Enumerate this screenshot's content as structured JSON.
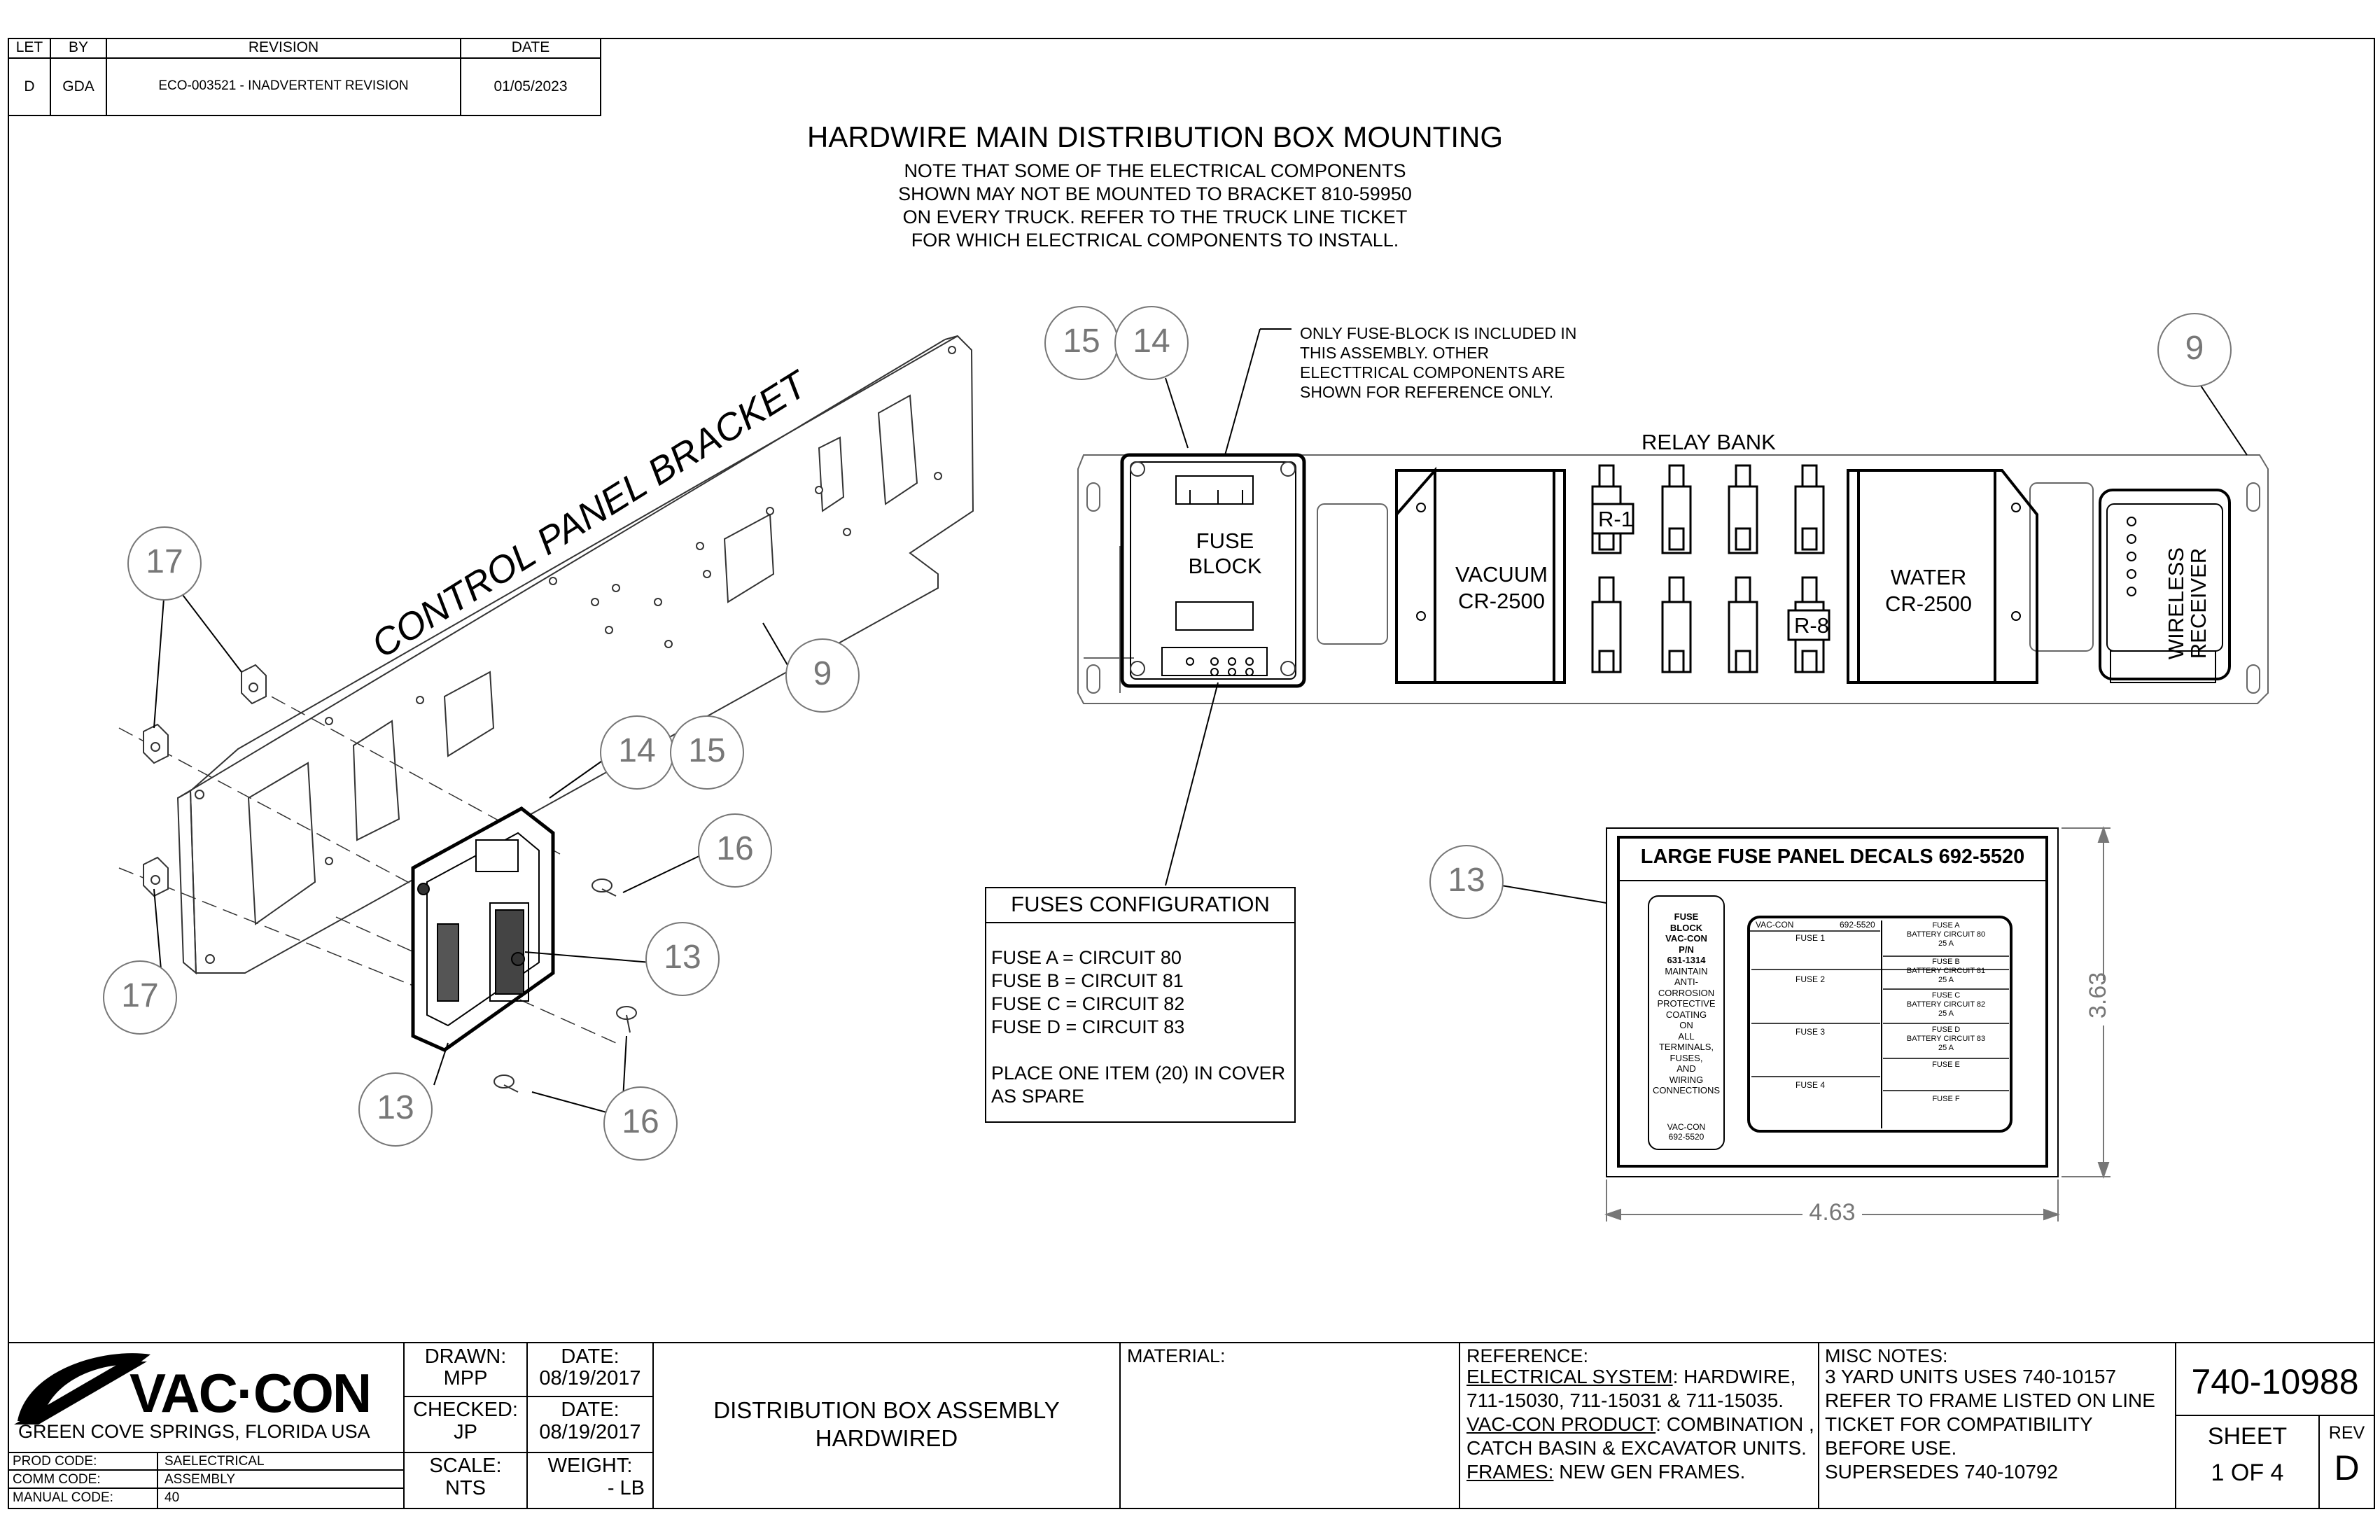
{
  "revision_block": {
    "headers": [
      "LET",
      "BY",
      "REVISION",
      "DATE"
    ],
    "row": [
      "D",
      "GDA",
      "ECO-003521 - INADVERTENT REVISION",
      "01/05/2023"
    ]
  },
  "title": "HARDWIRE MAIN DISTRIBUTION BOX MOUNTING",
  "note_lines": [
    "NOTE THAT SOME OF THE ELECTRICAL COMPONENTS",
    "SHOWN MAY NOT BE MOUNTED TO BRACKET 810-59950",
    "ON EVERY TRUCK. REFER TO THE  TRUCK LINE TICKET",
    "FOR WHICH ELECTRICAL COMPONENTS TO INSTALL."
  ],
  "bracket_label": "CONTROL PANEL BRACKET",
  "balloons": {
    "b9": "9",
    "b13": "13",
    "b14": "14",
    "b15": "15",
    "b16": "16",
    "b17": "17"
  },
  "fuse_note_lines": [
    "ONLY FUSE-BLOCK IS INCLUDED IN",
    "THIS ASSEMBLY. OTHER",
    "ELECTTRICAL COMPONENTS ARE",
    "SHOWN FOR REFERENCE ONLY."
  ],
  "relay_bank": {
    "title": "RELAY BANK",
    "fuse_block": [
      "FUSE",
      "BLOCK"
    ],
    "vacuum": [
      "VACUUM",
      "CR-2500"
    ],
    "water": [
      "WATER",
      "CR-2500"
    ],
    "relay_first": "R-1",
    "relay_last": "R-8",
    "wireless": [
      "WIRELESS",
      "RECEIVER"
    ]
  },
  "fuses_config": {
    "title": "FUSES CONFIGURATION",
    "lines": [
      "FUSE A = CIRCUIT 80",
      "FUSE B = CIRCUIT 81",
      "FUSE C = CIRCUIT 82",
      "FUSE D = CIRCUIT 83"
    ],
    "spare_lines": [
      "PLACE ONE ITEM (20) IN COVER",
      "AS SPARE"
    ]
  },
  "decal": {
    "title": "LARGE FUSE PANEL DECALS 692-5520",
    "left_lines": [
      "FUSE",
      "BLOCK",
      "VAC-CON",
      "P/N",
      "631-1314",
      "MAINTAIN",
      "ANTI-",
      "CORROSION",
      "PROTECTIVE",
      "COATING",
      "ON",
      "ALL",
      "TERMINALS,",
      "FUSES,",
      "AND",
      "WIRING",
      "CONNECTIONS"
    ],
    "left_footer": [
      "VAC-CON",
      "692-5520"
    ],
    "header_left": "VAC-CON",
    "header_right": "692-5520",
    "fuse_rows": [
      "FUSE 1",
      "FUSE 2",
      "FUSE 3",
      "FUSE 4"
    ],
    "fuse_cells": [
      [
        "FUSE A",
        "BATTERY CIRCUIT 80",
        "25 A"
      ],
      [
        "FUSE B",
        "BATTERY CIRCUIT 81",
        "25 A"
      ],
      [
        "FUSE C",
        "BATTERY CIRCUIT 82",
        "25 A"
      ],
      [
        "FUSE D",
        "BATTERY CIRCUIT 83",
        "25 A"
      ],
      [
        "FUSE E"
      ],
      [
        "FUSE F"
      ]
    ],
    "dim_height": "3.63",
    "dim_width": "4.63"
  },
  "title_block": {
    "company": "VAC·CON",
    "location": "GREEN COVE SPRINGS, FLORIDA USA",
    "codes": [
      [
        "PROD CODE:",
        "SAELECTRICAL"
      ],
      [
        "COMM CODE:",
        "ASSEMBLY"
      ],
      [
        "MANUAL CODE:",
        "40"
      ]
    ],
    "drawn_label": "DRAWN:",
    "drawn": "MPP",
    "date_label": "DATE:",
    "drawn_date": "08/19/2017",
    "checked_label": "CHECKED:",
    "checked": "JP",
    "checked_date": "08/19/2017",
    "scale_label": "SCALE:",
    "scale": "NTS",
    "weight_label": "WEIGHT:",
    "weight": "- LB",
    "description": [
      "DISTRIBUTION BOX ASSEMBLY",
      "HARDWIRED"
    ],
    "material_label": "MATERIAL:",
    "reference_label": "REFERENCE:",
    "reference_lines": [
      {
        "u": "ELECTRICAL SYSTEM",
        "t": ": HARDWIRE,"
      },
      {
        "u": "",
        "t": "711-15030, 711-15031 & 711-15035."
      },
      {
        "u": "VAC-CON PRODUCT",
        "t": ": COMBINATION ,"
      },
      {
        "u": "",
        "t": "CATCH BASIN & EXCAVATOR UNITS."
      },
      {
        "u": "FRAMES:",
        "t": " NEW GEN FRAMES."
      }
    ],
    "misc_label": "MISC NOTES:",
    "misc_lines": [
      "3 YARD UNITS USES 740-10157",
      "REFER TO FRAME LISTED ON LINE",
      "TICKET FOR COMPATIBILITY",
      "BEFORE USE.",
      "SUPERSEDES 740-10792"
    ],
    "part_number": "740-10988",
    "sheet_label": "SHEET",
    "sheet": "1 OF 4",
    "rev_label": "REV",
    "rev": "D"
  }
}
